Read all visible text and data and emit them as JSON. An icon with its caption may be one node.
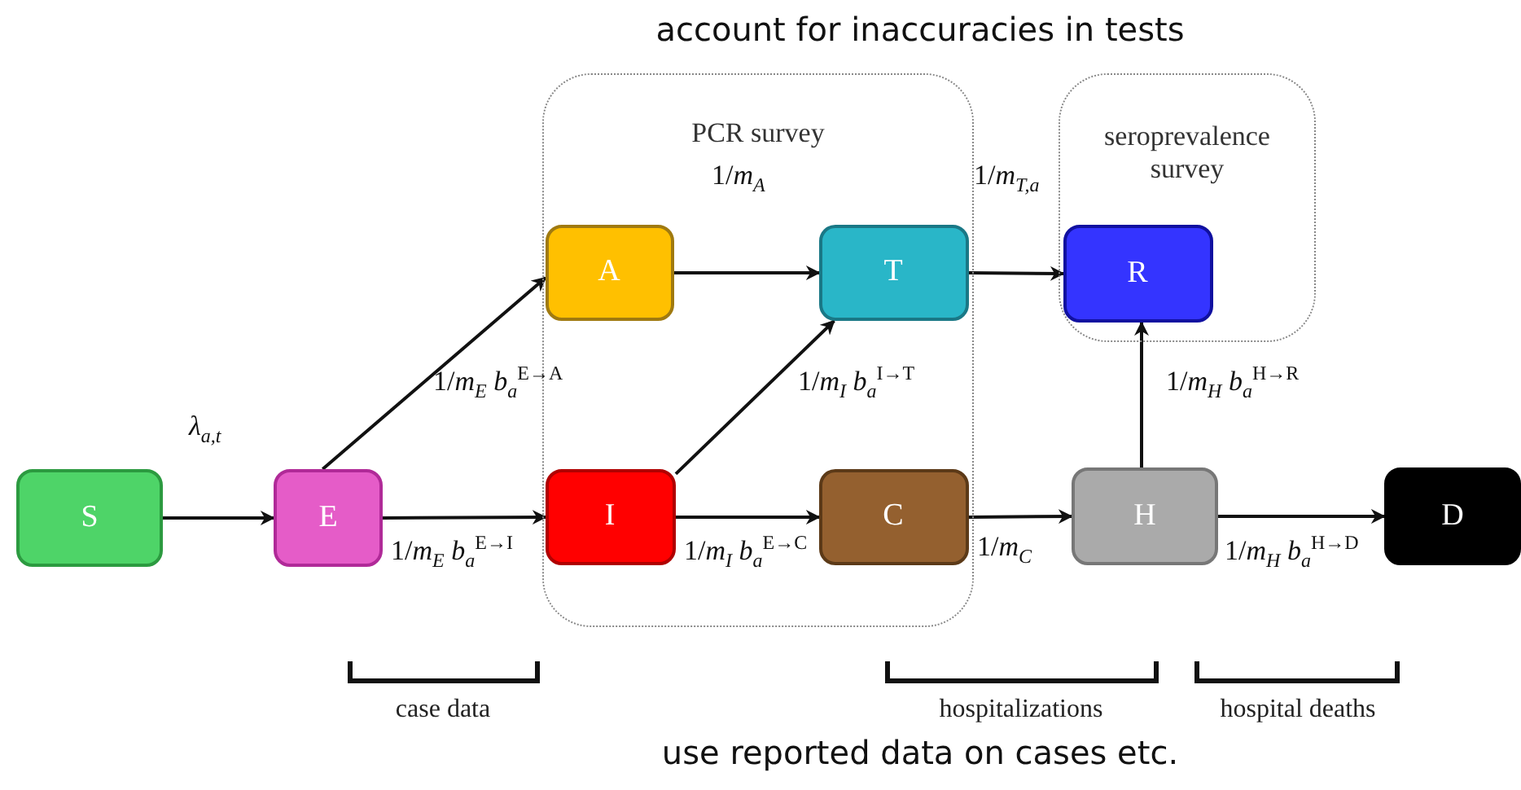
{
  "diagram": {
    "nodes": [
      {
        "text": [
          "PCR survey"
        ]
      },
      {
        "text": [
          "A"
        ],
        "in": 0
      },
      {
        "text": [
          "T"
        ],
        "in": 0
      },
      {
        "text": [
          "I"
        ],
        "in": 0
      },
      {
        "text": [
          "C"
        ],
        "in": 0
      },
      {
        "text": [
          "seroprevalence survey"
        ]
      },
      {
        "text": [
          "R"
        ],
        "in": 5
      },
      {
        "text": [
          "S"
        ]
      },
      {
        "text": [
          "E"
        ]
      },
      {
        "text": [
          "H"
        ]
      },
      {
        "text": [
          "D"
        ]
      }
    ],
    "edges": [
      {
        "from": 7,
        "to": 8,
        "arrow": "to",
        "label": "*λ*$_{a,t}$"
      },
      {
        "from": 8,
        "to": 1,
        "arrow": "to",
        "label": "1/*m*$_{E}$ *b*$_{a}$$^{E→A}$"
      },
      {
        "from": 8,
        "to": 3,
        "arrow": "to",
        "label": "1/*m*$_{E}$ *b*$_{a}$$^{E→I}$"
      },
      {
        "from": 1,
        "to": 2,
        "arrow": "to",
        "label": "1/*m*$_{A}$"
      },
      {
        "from": 3,
        "to": 2,
        "arrow": "to",
        "label": "1/*m*$_{I}$ *b*$_{a}$$^{I→T}$"
      },
      {
        "from": 3,
        "to": 4,
        "arrow": "to",
        "label": "1/*m*$_{I}$ *b*$_{a}$$^{E→C}$"
      },
      {
        "from": 2,
        "to": 6,
        "arrow": "to",
        "label": "1/*m*$_{T,a}$"
      },
      {
        "from": 4,
        "to": 9,
        "arrow": "to",
        "label": "1/*m*$_{C}$"
      },
      {
        "from": 9,
        "to": 6,
        "arrow": "to",
        "label": "1/*m*$_{H}$ *b*$_{a}$$^{H→R}$"
      },
      {
        "from": 9,
        "to": 10,
        "arrow": "to",
        "label": "1/*m*$_{H}$ *b*$_{a}$$^{H→D}$"
      }
    ],
    "labels": [
      "account for inaccuracies in tests",
      "case data",
      "hospitalizations",
      "hospital deaths",
      "use reported data on cases etc."
    ]
  }
}
